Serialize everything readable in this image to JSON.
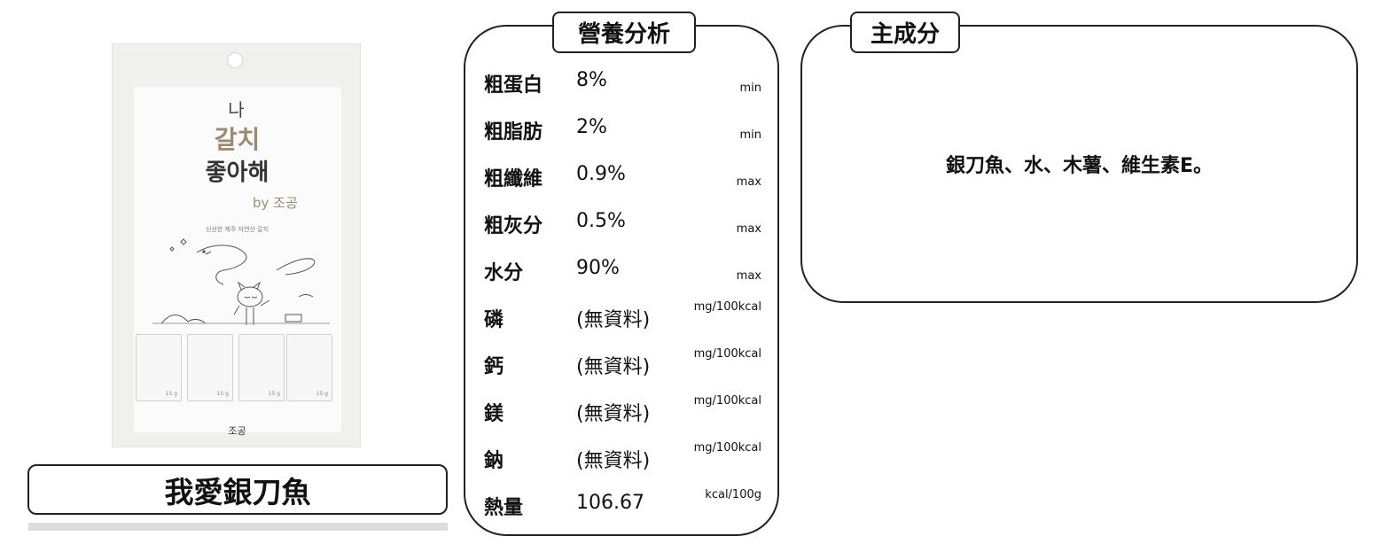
{
  "product": {
    "name": "我愛銀刀魚",
    "package": {
      "brand_line1": "나",
      "brand_line2": "갈치",
      "brand_line3": "좋아해",
      "by_brand": "by 조공",
      "tagline": "신선한 제주 자연산 갈치",
      "stick_weight": "15 g",
      "bottom_logo": "조공"
    }
  },
  "nutrition": {
    "title": "營養分析",
    "rows": [
      {
        "name": "粗蛋白",
        "value": "8%",
        "unit": "min"
      },
      {
        "name": "粗脂肪",
        "value": "2%",
        "unit": "min"
      },
      {
        "name": "粗纖維",
        "value": "0.9%",
        "unit": "max"
      },
      {
        "name": "粗灰分",
        "value": "0.5%",
        "unit": "max"
      },
      {
        "name": "水分",
        "value": "90%",
        "unit": "max"
      },
      {
        "name": "磷",
        "value": "(無資料)",
        "unit": "mg/100kcal"
      },
      {
        "name": "鈣",
        "value": "(無資料)",
        "unit": "mg/100kcal"
      },
      {
        "name": "鎂",
        "value": "(無資料)",
        "unit": "mg/100kcal"
      },
      {
        "name": "鈉",
        "value": "(無資料)",
        "unit": "mg/100kcal"
      },
      {
        "name": "熱量",
        "value": "106.67",
        "unit": "kcal/100g"
      }
    ]
  },
  "ingredients": {
    "title": "主成分",
    "text": "銀刀魚、水、木薯、維生素E。"
  }
}
